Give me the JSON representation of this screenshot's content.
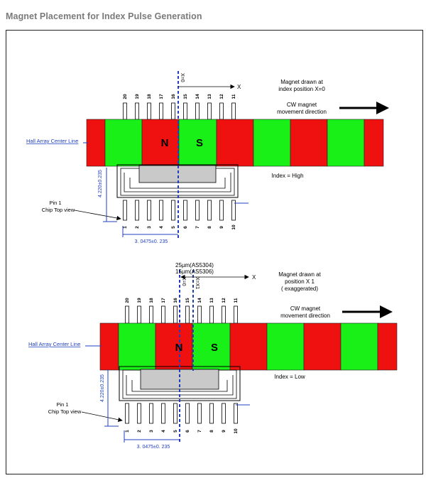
{
  "page_title": "Magnet Placement for Index Pulse Generation",
  "colors": {
    "red": "#ef1010",
    "green": "#18f018",
    "blue": "#1f3fbf",
    "chip_gray": "#c9c9c9"
  },
  "top_diagram": {
    "x_zero_label": "X=0",
    "x_axis_label": "X",
    "note_line1": "Magnet drawn at",
    "note_line2": "index position X=0",
    "direction_line1": "CW magnet",
    "direction_line2": "movement direction",
    "hall_label": "Hall Array Center Line",
    "pole_n": "N",
    "pole_s": "S",
    "index_label": "Index = High",
    "pin1_line1": "Pin 1",
    "pin1_line2": "Chip Top view",
    "vertical_dim": "4.220±0.235",
    "horizontal_dim": "3. 0475±0. 235",
    "top_pins": [
      "20",
      "19",
      "18",
      "17",
      "16",
      "15",
      "14",
      "13",
      "12",
      "11"
    ],
    "bottom_pins": [
      "1",
      "2",
      "3",
      "4",
      "5",
      "6",
      "7",
      "8",
      "9",
      "10"
    ]
  },
  "bottom_diagram": {
    "offset_line1": "25µm(AS5304)",
    "offset_line2": "15µm(AS5306)",
    "x_zero_label": "X=0",
    "x_one_label": "X=X1",
    "x_axis_label": "X",
    "note_line1": "Magnet drawn at",
    "note_line2": "position  X 1",
    "note_line3": "( exaggerated)",
    "direction_line1": "CW magnet",
    "direction_line2": "movement direction",
    "hall_label": "Hall Array Center Line",
    "pole_n": "N",
    "pole_s": "S",
    "index_label": "Index = Low",
    "pin1_line1": "Pin 1",
    "pin1_line2": "Chip Top view",
    "vertical_dim": "4.220±0.235",
    "horizontal_dim": "3. 0475±0. 235",
    "top_pins": [
      "20",
      "19",
      "18",
      "17",
      "16",
      "15",
      "14",
      "13",
      "12",
      "11"
    ],
    "bottom_pins": [
      "1",
      "2",
      "3",
      "4",
      "5",
      "6",
      "7",
      "8",
      "9",
      "10"
    ]
  }
}
